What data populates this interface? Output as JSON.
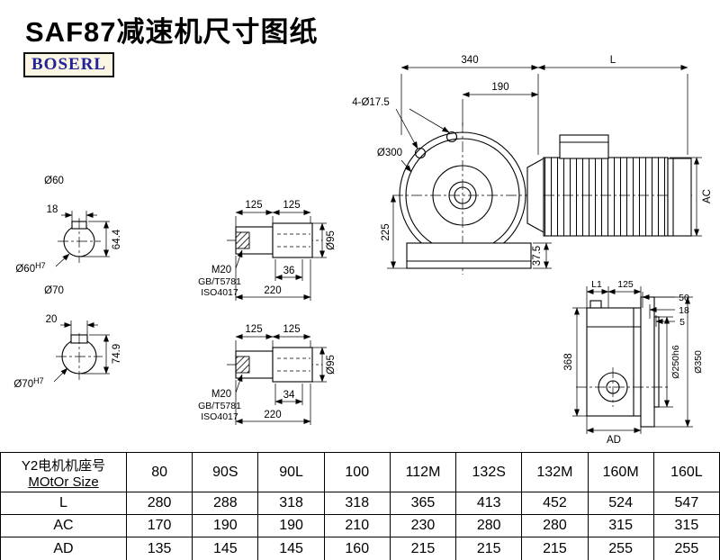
{
  "page": {
    "title": "SAF87减速机尺寸图纸",
    "logo": "BOSERL"
  },
  "front_view": {
    "dim_340": "340",
    "dim_L": "L",
    "dim_190": "190",
    "holes": "4-Ø17.5",
    "flange_dia": "Ø300",
    "dim_225": "225",
    "dim_37_5": "37.5",
    "dim_AC": "AC"
  },
  "side_view": {
    "dim_L1": "L1",
    "dim_125": "125",
    "dim_50": "50",
    "dim_18": "18",
    "dim_5": "5",
    "dim_368": "368",
    "spigot_dia": "Ø250h6",
    "flange_dia": "Ø350",
    "dim_AD": "AD"
  },
  "shaft60": {
    "dia": "Ø60",
    "key_w": "18",
    "key_h": "64.4",
    "bore": "Ø60",
    "bore_tol": "H7"
  },
  "shaft70": {
    "dia": "Ø70",
    "key_w": "20",
    "key_h": "74.9",
    "bore": "Ø70",
    "bore_tol": "H7"
  },
  "shaft_mid_top": {
    "dim_125a": "125",
    "dim_125b": "125",
    "thread": "M20",
    "std1": "GB/T5781",
    "std2": "ISO4017",
    "key_len": "36",
    "total_len": "220",
    "dia": "Ø95"
  },
  "shaft_mid_bottom": {
    "dim_125a": "125",
    "dim_125b": "125",
    "thread": "M20",
    "std1": "GB/T5781",
    "std2": "ISO4017",
    "key_len": "34",
    "total_len": "220",
    "dia": "Ø95"
  },
  "table": {
    "header_line1": "Y2电机机座号",
    "header_line2": "MOtOr Size",
    "columns": [
      "80",
      "90S",
      "90L",
      "100",
      "112M",
      "132S",
      "132M",
      "160M",
      "160L"
    ],
    "rows": [
      {
        "label": "L",
        "values": [
          "280",
          "288",
          "318",
          "318",
          "365",
          "413",
          "452",
          "524",
          "547"
        ]
      },
      {
        "label": "AC",
        "values": [
          "170",
          "190",
          "190",
          "210",
          "230",
          "280",
          "280",
          "315",
          "315"
        ]
      },
      {
        "label": "AD",
        "values": [
          "135",
          "145",
          "145",
          "160",
          "215",
          "215",
          "215",
          "255",
          "255"
        ]
      }
    ]
  },
  "colors": {
    "line": "#000000",
    "logo_text": "#22229a"
  }
}
